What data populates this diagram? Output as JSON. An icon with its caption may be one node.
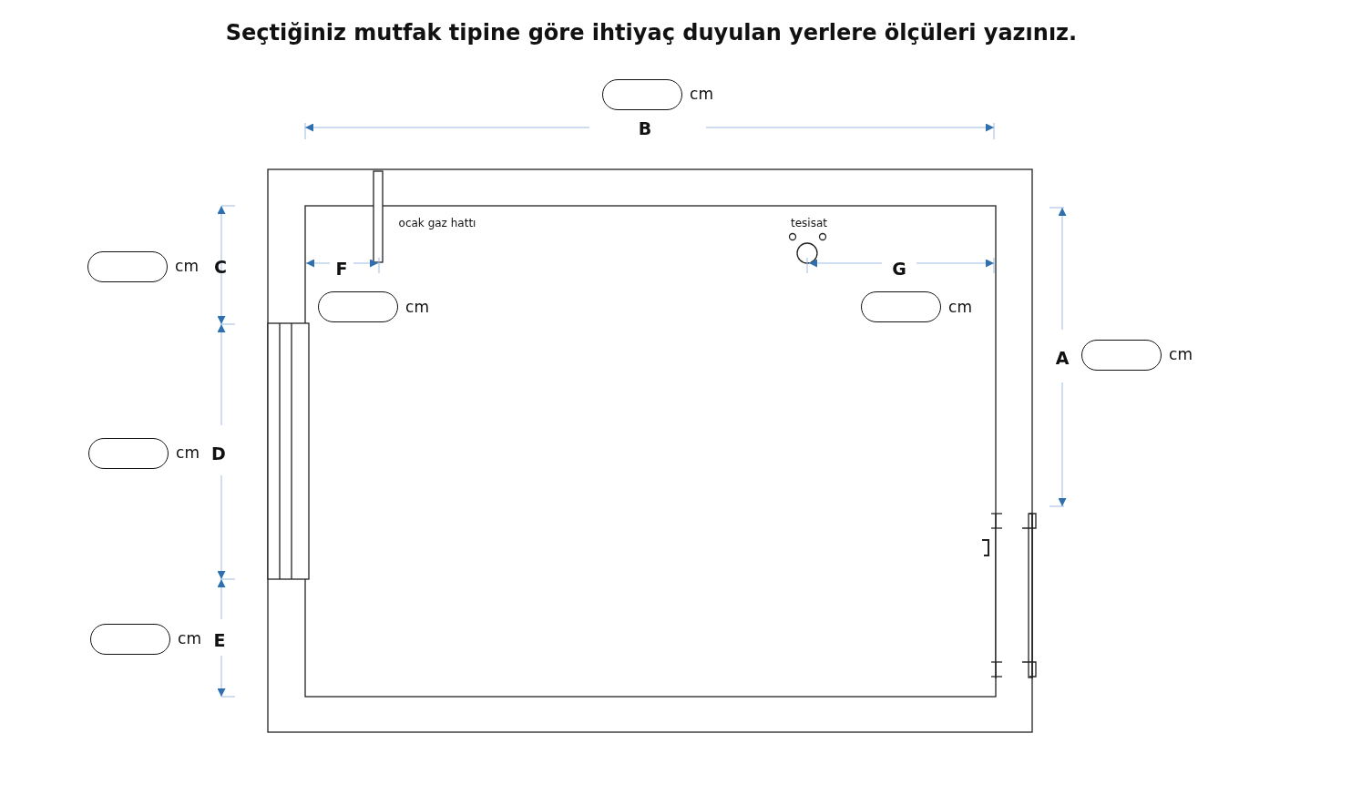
{
  "diagram": {
    "title": "Seçtiğiniz mutfak tipine göre ihtiyaç duyulan yerlere ölçüleri yazınız.",
    "labels": [
      "cm",
      "B",
      "ocak gaz hattı",
      "tesisat",
      "cm",
      "C",
      "F",
      "G",
      "cm",
      "cm",
      "A",
      "cm",
      "cm",
      "D",
      "cm",
      "E"
    ]
  }
}
